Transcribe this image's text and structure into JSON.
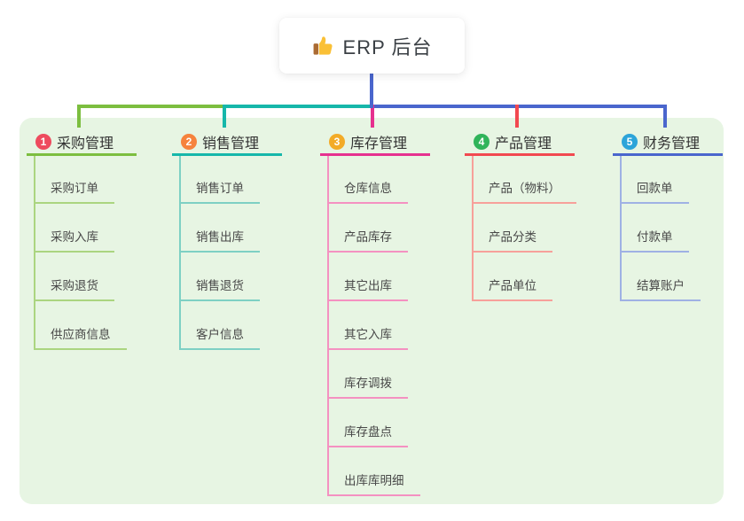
{
  "root": {
    "title": "ERP 后台",
    "icon": "thumbs-up-icon"
  },
  "canvas": {
    "background_color": "#ffffff",
    "panel_color": "#e7f5e3",
    "root_connector_color": "#4a66cd"
  },
  "branches": [
    {
      "badge": "1",
      "label": "采购管理",
      "badge_color": "#ee4b5e",
      "line_color": "#7cbe3f",
      "sub_line_color": "#abd580",
      "children": [
        "采购订单",
        "采购入库",
        "采购退货",
        "供应商信息"
      ]
    },
    {
      "badge": "2",
      "label": "销售管理",
      "badge_color": "#f6833d",
      "line_color": "#16b7aa",
      "sub_line_color": "#7ed0c4",
      "children": [
        "销售订单",
        "销售出库",
        "销售退货",
        "客户信息"
      ]
    },
    {
      "badge": "3",
      "label": "库存管理",
      "badge_color": "#f3ab27",
      "line_color": "#e6318f",
      "sub_line_color": "#f491c1",
      "children": [
        "仓库信息",
        "产品库存",
        "其它出库",
        "其它入库",
        "库存调拨",
        "库存盘点",
        "出库库明细"
      ]
    },
    {
      "badge": "4",
      "label": "产品管理",
      "badge_color": "#30b45a",
      "line_color": "#f24950",
      "sub_line_color": "#f7a09a",
      "children": [
        "产品（物料）",
        "产品分类",
        "产品单位"
      ]
    },
    {
      "badge": "5",
      "label": "财务管理",
      "badge_color": "#2ca4d9",
      "line_color": "#4a66cd",
      "sub_line_color": "#9fb1e4",
      "children": [
        "回款单",
        "付款单",
        "结算账户"
      ]
    }
  ]
}
